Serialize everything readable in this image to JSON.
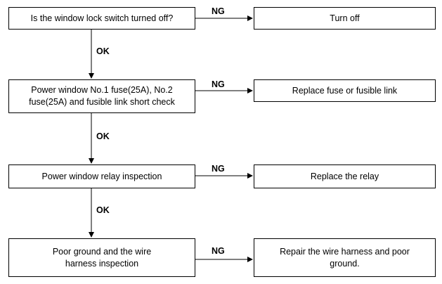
{
  "flowchart": {
    "steps": [
      {
        "check": "Is the window lock switch turned off?",
        "ng_label": "NG",
        "action": "Turn off",
        "ok_label": "OK"
      },
      {
        "check": "Power window No.1 fuse(25A), No.2 fuse(25A) and fusible link short check",
        "ng_label": "NG",
        "action": "Replace fuse or fusible link",
        "ok_label": "OK"
      },
      {
        "check": "Power window relay inspection",
        "ng_label": "NG",
        "action": "Replace the relay",
        "ok_label": "OK"
      },
      {
        "check": "Poor ground and the wire harness inspection",
        "ng_label": "NG",
        "action": "Repair the wire harness and poor ground."
      }
    ]
  }
}
